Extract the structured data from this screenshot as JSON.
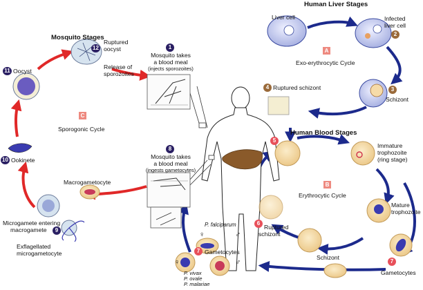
{
  "stages": {
    "liver": "Human Liver Stages",
    "mosquito": "Mosquito Stages",
    "blood": "Human Blood Stages"
  },
  "cycles": {
    "A": {
      "letter": "A",
      "label": "Exo-erythrocytic Cycle"
    },
    "B": {
      "letter": "B",
      "label": "Erythrocytic Cycle"
    },
    "C": {
      "letter": "C",
      "label": "Sporogonic Cycle"
    }
  },
  "steps": [
    {
      "num": "1",
      "lines": [
        "Mosquito takes",
        "a blood meal",
        "(injects sporozoites)"
      ]
    },
    {
      "num": "2",
      "lines": [
        "Infected",
        "liver cell"
      ]
    },
    {
      "num": "3",
      "lines": [
        "Schizont"
      ]
    },
    {
      "num": "4",
      "lines": [
        "Ruptured schizont"
      ]
    },
    {
      "num": "5",
      "lines": []
    },
    {
      "num": "6",
      "lines": [
        "Ruptured",
        "schizont"
      ]
    },
    {
      "num": "7",
      "lines": [
        "Gametocytes"
      ]
    },
    {
      "num": "8",
      "lines": [
        "Mosquito takes",
        "a blood meal",
        "(ingests gametocytes)"
      ]
    },
    {
      "num": "9",
      "lines": [
        "Microgamete entering",
        "macrogamete"
      ]
    },
    {
      "num": "10",
      "lines": [
        "Ookinete"
      ]
    },
    {
      "num": "11",
      "lines": [
        "Oocyst"
      ]
    },
    {
      "num": "12",
      "lines": [
        "Ruptured",
        "oocyst"
      ]
    }
  ],
  "labels": {
    "liver_cell": "Liver cell",
    "release": [
      "Release of",
      "sporozoites"
    ],
    "immature": [
      "Immature",
      "trophozoite",
      "(ring stage)"
    ],
    "mature": [
      "Mature",
      "trophozoite"
    ],
    "schizont_blood": "Schizont",
    "macrogametocyte": "Macrogametocyte",
    "exflagellated": [
      "Exflagellated",
      "microgametocyte"
    ],
    "gametocytes_left": "Gametocytes",
    "p_falciparum": "P. falciparum",
    "p_group": [
      "P. vivax",
      "P. ovale",
      "P. malariae"
    ],
    "female": "♀",
    "male": "♂"
  },
  "colors": {
    "blue_arrow": "#1c2a8c",
    "red_arrow": "#e02828",
    "step_badge": "#2a1f63",
    "blood_step_badge": "#e8505a",
    "liver_step_badge": "#9a6a3a",
    "cycle_box": "#ee8a80",
    "rbc": "#f6dba8",
    "parasite": "#3a3bb0",
    "liver_organ": "#8a5a2a"
  }
}
